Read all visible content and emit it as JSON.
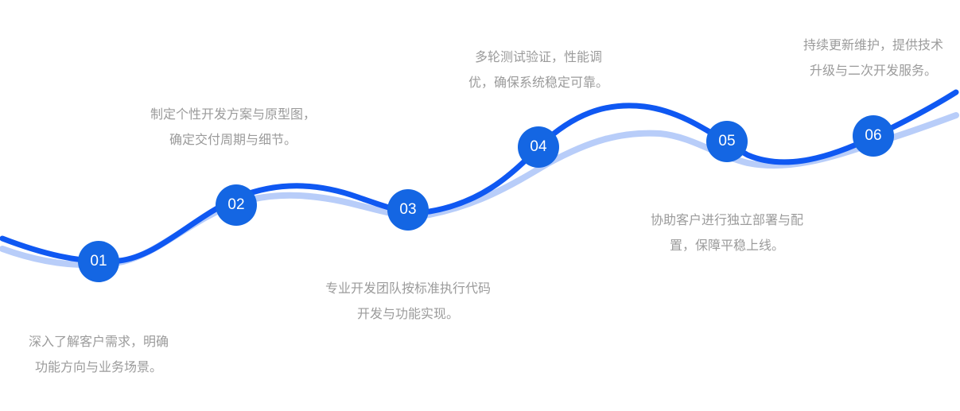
{
  "colors": {
    "main_line": "#0f58f2",
    "shadow_line": "#b8cdf9",
    "node_fill": "#1466e3",
    "node_text": "#ffffff",
    "desc_text": "#9b9b9b"
  },
  "steps": [
    {
      "number": "01",
      "lines": [
        "深入了解客户需求，明确",
        "功能方向与业务场景。"
      ]
    },
    {
      "number": "02",
      "lines": [
        "制定个性开发方案与原型图，",
        "确定交付周期与细节。"
      ]
    },
    {
      "number": "03",
      "lines": [
        "专业开发团队按标准执行代码",
        "开发与功能实现。"
      ]
    },
    {
      "number": "04",
      "lines": [
        "多轮测试验证，性能调",
        "优，确保系统稳定可靠。"
      ]
    },
    {
      "number": "05",
      "lines": [
        "协助客户进行独立部署与配",
        "置，保障平稳上线。"
      ]
    },
    {
      "number": "06",
      "lines": [
        "持续更新维护，提供技术",
        "升级与二次开发服务。"
      ]
    }
  ]
}
